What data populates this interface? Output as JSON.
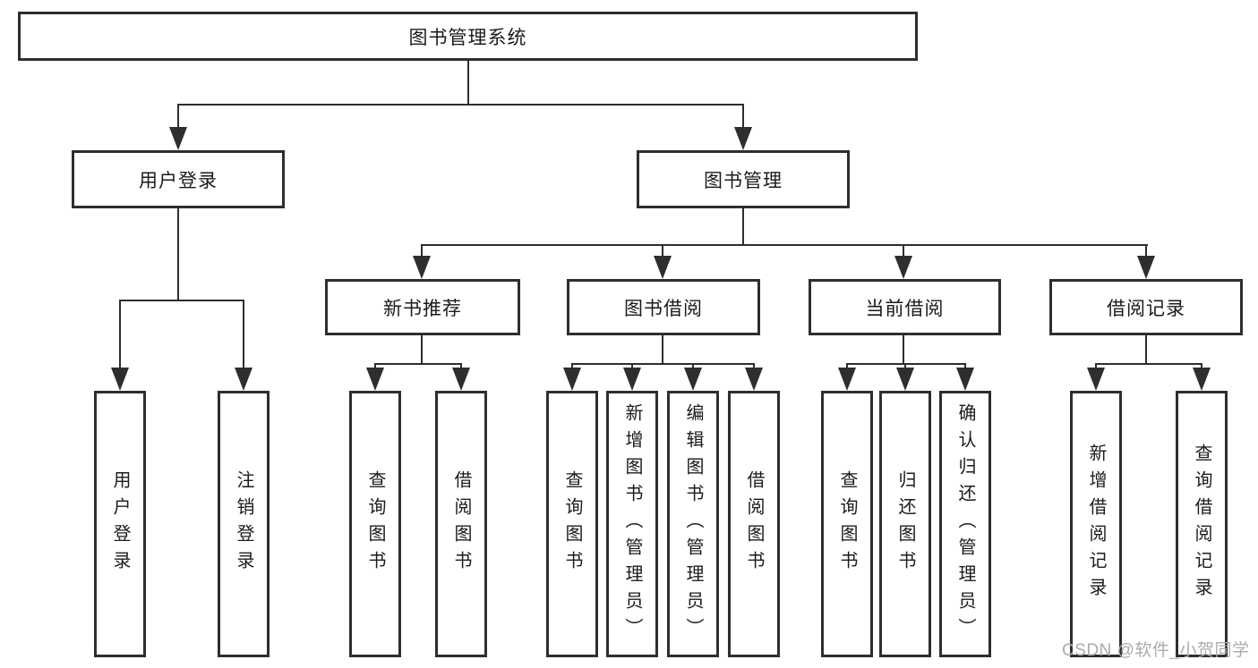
{
  "diagram": {
    "root": {
      "label": "图书管理系统"
    },
    "branches": [
      {
        "label": "用户登录",
        "children": [
          {
            "label": "用户登录"
          },
          {
            "label": "注销登录"
          }
        ]
      },
      {
        "label": "图书管理",
        "children": [
          {
            "label": "新书推荐",
            "children": [
              {
                "label": "查询图书"
              },
              {
                "label": "借阅图书"
              }
            ]
          },
          {
            "label": "图书借阅",
            "children": [
              {
                "label": "查询图书"
              },
              {
                "label": "新增图书（管理员）"
              },
              {
                "label": "编辑图书（管理员）"
              },
              {
                "label": "借阅图书"
              }
            ]
          },
          {
            "label": "当前借阅",
            "children": [
              {
                "label": "查询图书"
              },
              {
                "label": "归还图书"
              },
              {
                "label": "确认归还（管理员）"
              }
            ]
          },
          {
            "label": "借阅记录",
            "children": [
              {
                "label": "新增借阅记录"
              },
              {
                "label": "查询借阅记录"
              }
            ]
          }
        ]
      }
    ],
    "watermark": "CSDN @软件_小贺同学",
    "colors": {
      "line": "#2e2e2e",
      "border": "#2e2e2e",
      "text": "#1b1b1b",
      "background": "#ffffff",
      "watermark": "#ababab"
    }
  }
}
